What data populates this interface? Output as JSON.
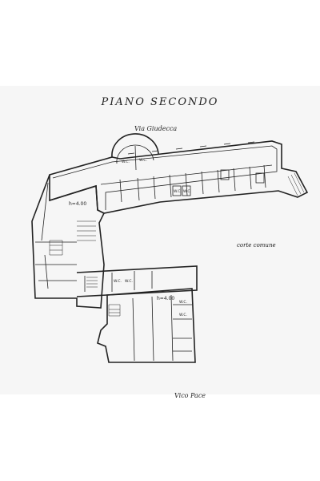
{
  "title": "PIANO SECONDO",
  "streets": {
    "top": "Via Giudecca",
    "bottom": "Vico Pace"
  },
  "court": "corte comune",
  "heights": [
    "h=4.00",
    "h=4.00"
  ],
  "room_labels": {
    "wc_a": "W.C.",
    "wc_b": "W.C.",
    "wc_c": "W.C.",
    "wc_d": "W.C.",
    "wc_e": "W.C.",
    "wc_f": "W.C.",
    "wc_g": "W.C.",
    "wc_h": "W.C."
  }
}
